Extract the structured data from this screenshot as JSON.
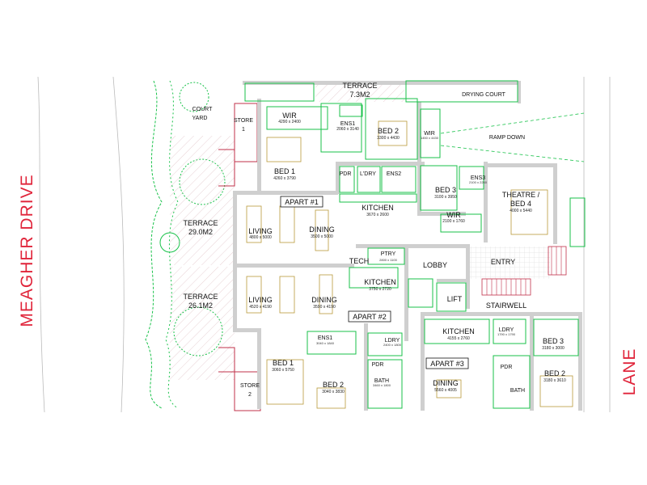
{
  "streets": {
    "left": "MEAGHER DRIVE",
    "right": "LANE"
  },
  "rooms": {
    "terrace_top": "TERRACE",
    "terrace_top_area": "7.3M2",
    "drying_court": "DRYING COURT",
    "court_yard_1": "COURT",
    "court_yard_2": "YARD",
    "store1_1": "STORE",
    "store1_2": "1",
    "wir_top": "WIR",
    "wir_top_dim": "4290 x 2400",
    "ens1_top": "ENS1",
    "ens1_top_dim": "2060 x 3140",
    "bed2_top": "BED 2",
    "bed2_top_dim": "3300 x 4430",
    "wir_small": "WIR",
    "wir_small_dim": "1450 x 4430",
    "ramp_down": "RAMP DOWN",
    "bed1_top": "BED 1",
    "bed1_top_dim": "4260 x 3790",
    "pdr_top": "PDR",
    "ldry_top": "L'DRY",
    "ens2": "ENS2",
    "bed3_top": "BED 3",
    "bed3_top_dim": "3100 x 3950",
    "ens3": "ENS3",
    "ens3_dim": "2100 x 2260",
    "theatre_1": "THEATRE /",
    "theatre_2": "BED 4",
    "theatre_dim": "4000 x 5440",
    "kitchen_top": "KITCHEN",
    "kitchen_top_dim": "3670 x 2600",
    "wir_mid": "WIR",
    "wir_mid_dim": "2100 x 1760",
    "terrace_l1": "TERRACE",
    "terrace_l1_area": "29.0M2",
    "living_top": "LIVING",
    "living_top_dim": "4800 x 5000",
    "dining_top": "DINING",
    "dining_top_dim": "3500 x 5000",
    "tech": "TECH",
    "ptry": "PTRY",
    "ptry_dim": "2800 x 1100",
    "lobby": "LOBBY",
    "entry": "ENTRY",
    "kitchen_mid": "KITCHEN",
    "kitchen_mid_dim": "3750 x 2720",
    "terrace_l2": "TERRACE",
    "terrace_l2_area": "26.1M2",
    "living_mid": "LIVING",
    "living_mid_dim": "4520 x 4190",
    "dining_mid": "DINING",
    "dining_mid_dim": "3590 x 4190",
    "lift": "LIFT",
    "stairwell": "STAIRWELL",
    "ens1_bot": "ENS1",
    "ens1_bot_dim": "3040 x 1840",
    "ldry_bot": "LDRY",
    "ldry_bot_dim": "2400 x 1800",
    "kitchen_bot": "KITCHEN",
    "kitchen_bot_dim": "4155 x 2760",
    "ldry_bot2": "LDRY",
    "ldry_bot2_dim": "1790 x 1790",
    "bed3_bot": "BED 3",
    "bed3_bot_dim": "3180 x 3000",
    "bed1_bot": "BED 1",
    "bed1_bot_dim": "3060 x 5750",
    "bed2_bot": "BED 2",
    "bed2_bot_dim": "3040 x 3830",
    "pdr_bot": "PDR",
    "pdr_bot2": "PDR",
    "bath_bot": "BATH",
    "bath_bot_dim": "3460 x 1800",
    "dining_bot": "DINING",
    "dining_bot_dim": "5560 x 4005",
    "bath_bot2": "BATH",
    "bed2_bot2": "BED 2",
    "bed2_bot2_dim": "3180 x 3610",
    "store2_1": "STORE",
    "store2_2": "2"
  },
  "apartments": {
    "a1": "APART #1",
    "a2": "APART #2",
    "a3": "APART #3"
  }
}
